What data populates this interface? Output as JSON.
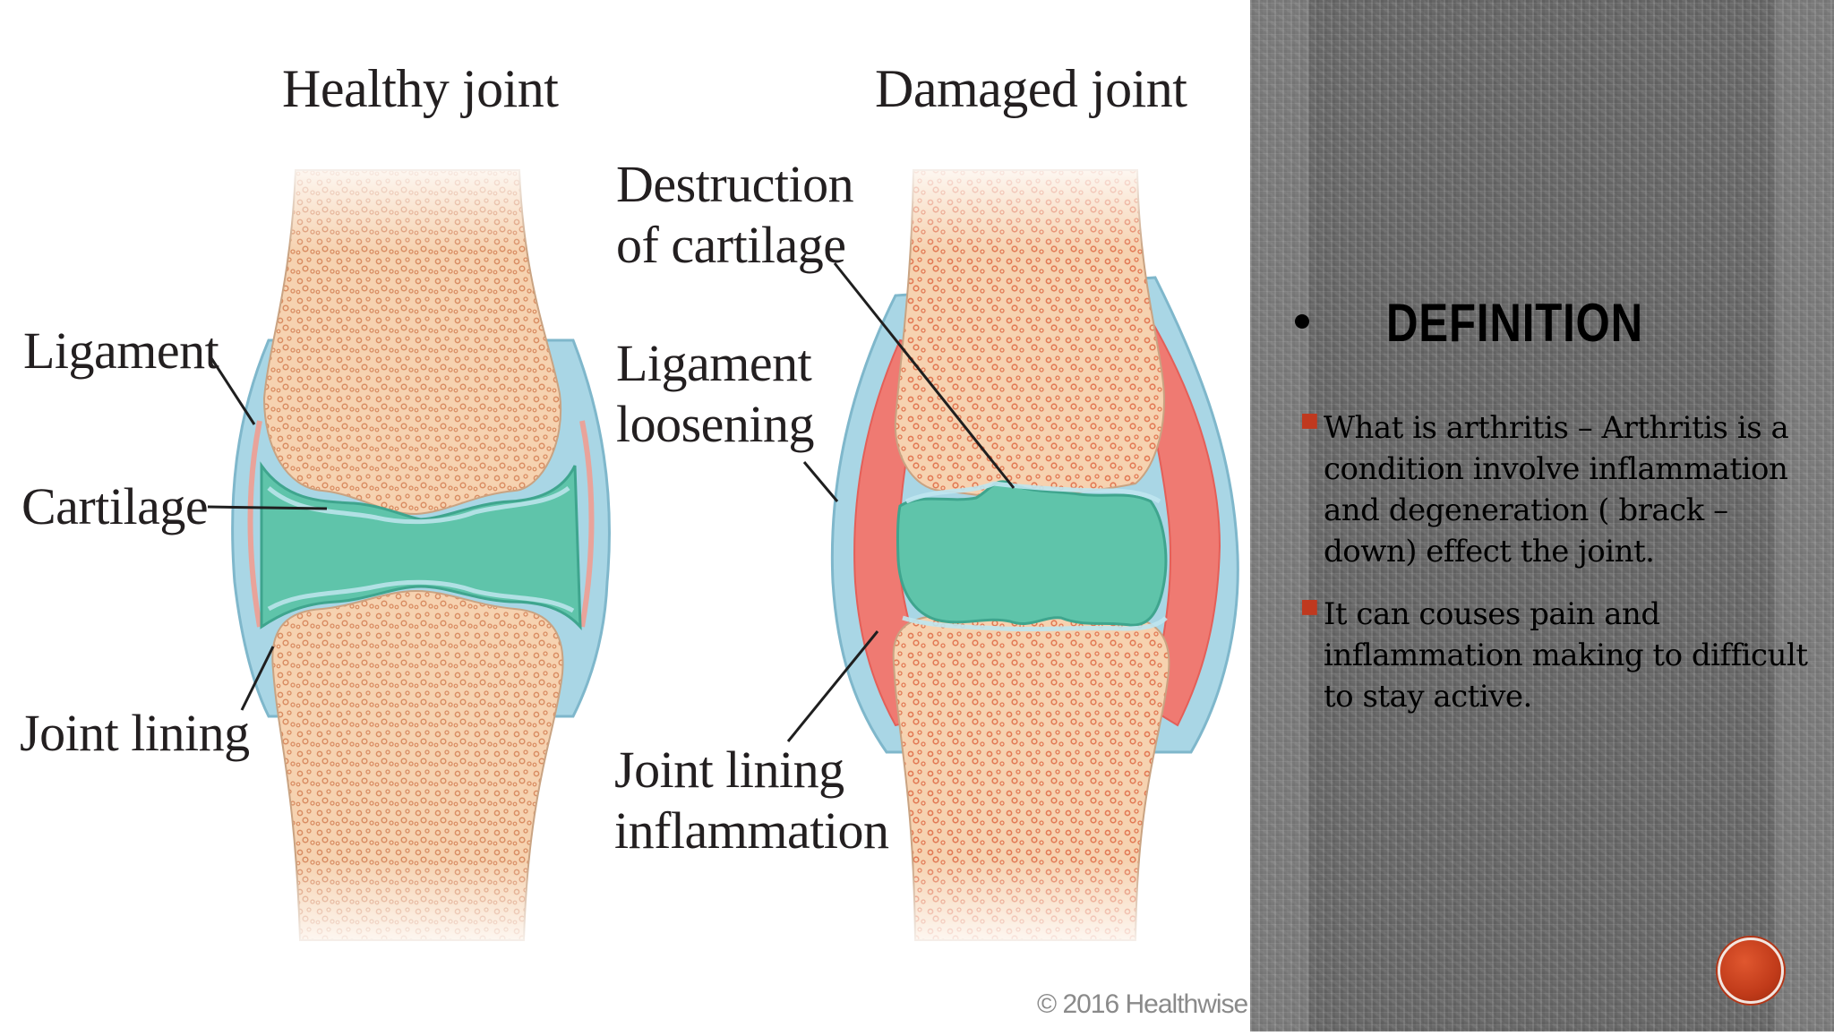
{
  "diagram": {
    "titles": {
      "healthy": "Healthy joint",
      "damaged": "Damaged joint"
    },
    "labels": {
      "ligament": "Ligament",
      "cartilage": "Cartilage",
      "joint_lining": "Joint lining",
      "destruction": [
        "Destruction",
        "of cartilage"
      ],
      "loosening": [
        "Ligament",
        "loosening"
      ],
      "inflammation": [
        "Joint lining",
        "inflammation"
      ]
    },
    "copyright": "© 2016 Healthwise",
    "colors": {
      "bone": "#f6d2b0",
      "bone_dots": "#d98d63",
      "cartilage": "#5fc4aa",
      "cartilage_dark": "#3fa58e",
      "capsule": "#a9d6e5",
      "lining": "#e9a39a",
      "inflamed": "#ef7a72",
      "leader": "#1f1f1f"
    }
  },
  "slide": {
    "heading": "DEFINITION",
    "bullets": [
      "What is arthritis – Arthritis is a condition involve inflammation and degeneration ( brack – down) effect the joint.",
      "It can couses pain and inflammation making to difficult to stay active."
    ],
    "accent_color": "#c13b1a"
  }
}
